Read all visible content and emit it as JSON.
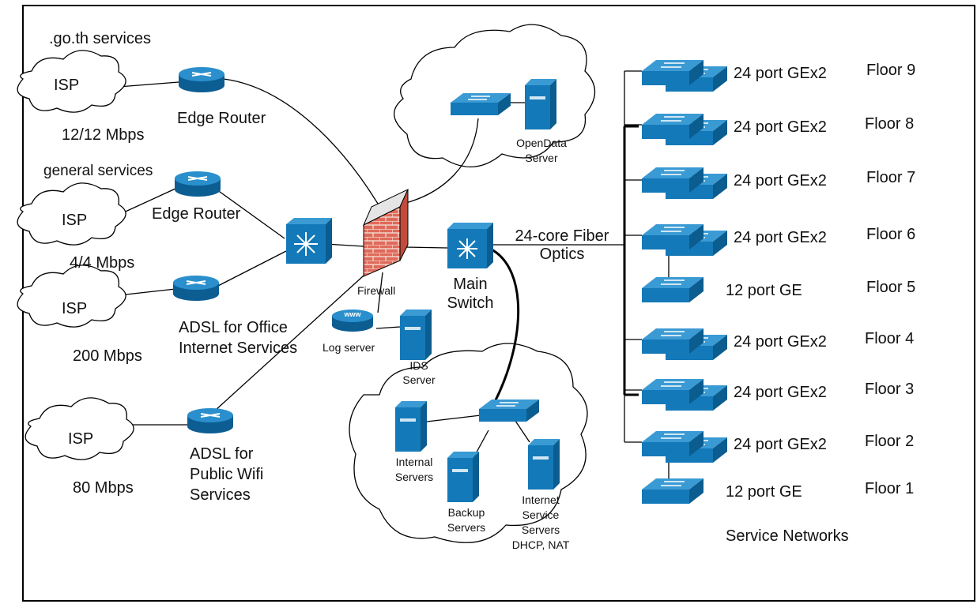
{
  "colors": {
    "device": "#1479b8",
    "device_dark": "#0b5c8f",
    "firewall_brick": "#d9534f",
    "line": "#000000"
  },
  "isps": [
    {
      "label": "ISP",
      "service": ".go.th services",
      "speed": "12/12 Mbps",
      "router": "Edge Router"
    },
    {
      "label": "ISP",
      "service": "general services",
      "speed": "4/4 Mbps",
      "router": "Edge Router"
    },
    {
      "label": "ISP",
      "speed": "200 Mbps",
      "router": "ADSL for Office Internet Services"
    },
    {
      "label": "ISP",
      "speed": "80 Mbps",
      "router": "ADSL for Public Wifi Services"
    }
  ],
  "core": {
    "firewall": "Firewall",
    "log_server": "Log server",
    "log_icon": "www",
    "ids_server": "IDS Server",
    "main_switch": "Main Switch",
    "fiber": "24-core Fiber Optics",
    "opendata_server": "OpenData Server"
  },
  "server_cloud": {
    "internal": "Internal Servers",
    "backup": "Backup Servers",
    "internet_service": "Internet Service Servers",
    "internet_service_detail": "DHCP, NAT"
  },
  "floors": [
    {
      "switch": "24 port GEx2",
      "floor": "Floor 9"
    },
    {
      "switch": "24 port GEx2",
      "floor": "Floor 8"
    },
    {
      "switch": "24 port GEx2",
      "floor": "Floor 7"
    },
    {
      "switch": "24 port GEx2",
      "floor": "Floor 6"
    },
    {
      "switch": "12 port GE",
      "floor": "Floor 5"
    },
    {
      "switch": "24 port GEx2",
      "floor": "Floor 4"
    },
    {
      "switch": "24 port GEx2",
      "floor": "Floor 3"
    },
    {
      "switch": "24 port GEx2",
      "floor": "Floor 2"
    },
    {
      "switch": "12 port GE",
      "floor": "Floor 1"
    }
  ],
  "service_networks": "Service Networks"
}
